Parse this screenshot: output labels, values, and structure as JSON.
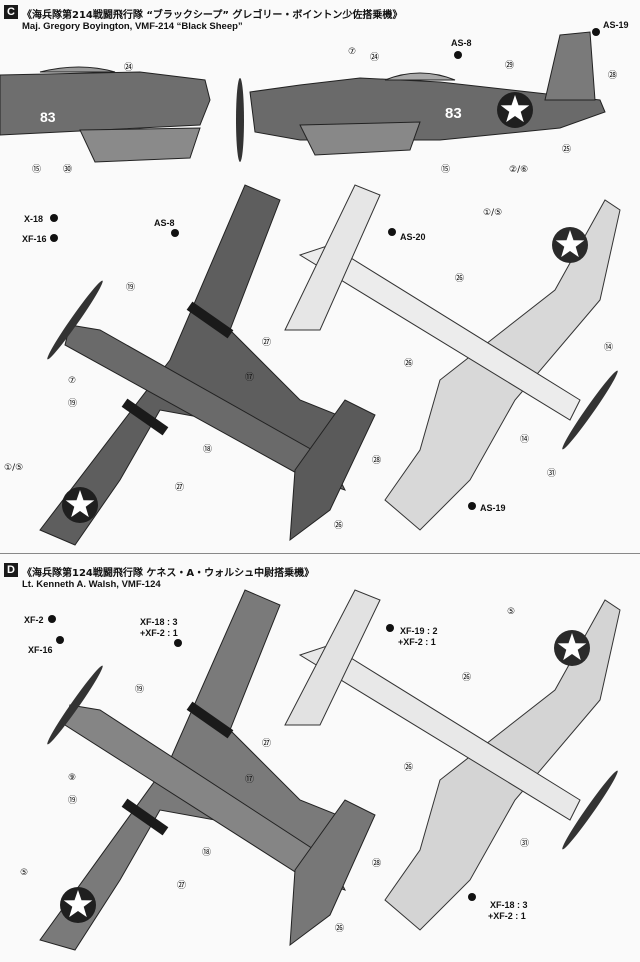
{
  "section_c": {
    "letter": "C",
    "title_jp": "《海兵隊第214戦闘飛行隊 “ブラックシープ” グレゴリー・ボイントン少佐搭乗機》",
    "title_en": "Maj. Gregory Boyington, VMF-214 “Black Sheep”",
    "side_number": "83",
    "paint_codes": {
      "as19_top": "AS-19",
      "as8_top": "AS-8",
      "x18": "X-18",
      "xf16": "XF-16",
      "as8_plan": "AS-8",
      "as20": "AS-20",
      "as19_bottom": "AS-19"
    },
    "callouts": {
      "c24a": "㉔",
      "c15a": "⑮",
      "c30": "㉚",
      "c7a": "⑦",
      "c24b": "㉔",
      "c29": "㉙",
      "c28a": "㉘",
      "c25": "㉕",
      "c26_6": "②/⑥",
      "c15b": "⑮",
      "c19a": "⑲",
      "c27a": "㉗",
      "c7b": "⑦",
      "c17a": "⑰",
      "c19b": "⑲",
      "c18a": "⑱",
      "c1_5a": "①/⑤",
      "c27b": "㉗",
      "c28b": "㉘",
      "c26a": "㉖",
      "c1_5b": "①/⑤",
      "c26b": "㉖",
      "c14a": "⑭",
      "c26c": "㉖",
      "c14b": "⑭",
      "c31a": "㉛"
    }
  },
  "section_d": {
    "letter": "D",
    "title_jp": "《海兵隊第124戦闘飛行隊 ケネス・A・ウォルシュ中尉搭乗機》",
    "title_en": "Lt. Kenneth A. Walsh, VMF-124",
    "paint_codes": {
      "xf2": "XF-2",
      "xf16": "XF-16",
      "xf18_top_a": "XF-18 : 3",
      "xf18_top_b": "+XF-2 : 1",
      "xf19_a": "XF-19 : 2",
      "xf19_b": "+XF-2 : 1",
      "xf18_bot_a": "XF-18 : 3",
      "xf18_bot_b": "+XF-2 : 1"
    },
    "callouts": {
      "d19a": "⑲",
      "d27a": "㉗",
      "d9": "⑨",
      "d17": "⑰",
      "d19b": "⑲",
      "d18": "⑱",
      "d5a": "⑤",
      "d27b": "㉗",
      "d28": "㉘",
      "d26a": "㉖",
      "d5b": "⑤",
      "d26b": "㉖",
      "d26c": "㉖",
      "d31": "㉛"
    }
  }
}
